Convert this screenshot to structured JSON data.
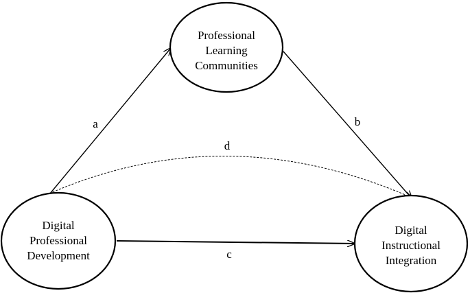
{
  "nodes": {
    "plc": {
      "lines": [
        "Professional",
        "Learning",
        "Communities"
      ]
    },
    "dpd": {
      "lines": [
        "Digital",
        "Professional",
        "Development"
      ]
    },
    "dii": {
      "lines": [
        "Digital",
        "Instructional",
        "Integration"
      ]
    }
  },
  "edges": {
    "a": {
      "label": "a",
      "from": "Digital Professional Development",
      "to": "Professional Learning Communities",
      "style": "solid"
    },
    "b": {
      "label": "b",
      "from": "Professional Learning Communities",
      "to": "Digital Instructional Integration",
      "style": "solid"
    },
    "c": {
      "label": "c",
      "from": "Digital Professional Development",
      "to": "Digital Instructional Integration",
      "style": "solid"
    },
    "d": {
      "label": "d",
      "from": "Digital Professional Development",
      "to": "Digital Instructional Integration",
      "style": "dashed"
    }
  },
  "colors": {
    "stroke": "#000000",
    "background": "#ffffff"
  }
}
